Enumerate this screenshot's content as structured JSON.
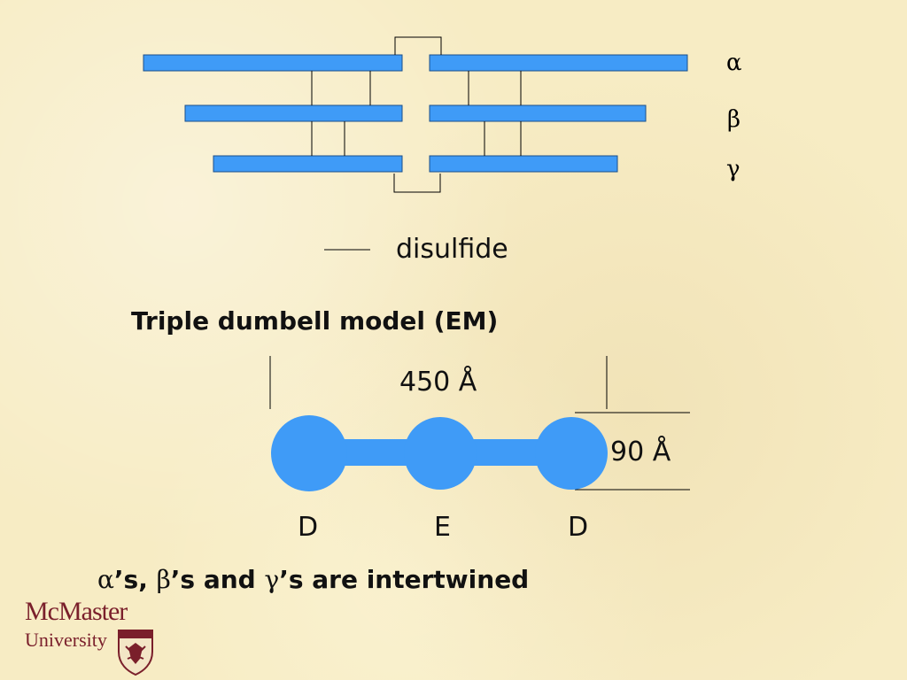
{
  "chains": {
    "alpha": "α",
    "beta": "β",
    "gamma": "γ"
  },
  "legend": {
    "disulfide": "disulfide"
  },
  "model": {
    "title": "Triple dumbell model (EM)",
    "length_label": "450 Å",
    "height_label": "90 Å",
    "domains": [
      "D",
      "E",
      "D"
    ]
  },
  "caption": {
    "alpha": "α",
    "part1": "’s, ",
    "beta": "β",
    "part2": "’s and ",
    "gamma": "γ",
    "part3": "’s are intertwined"
  },
  "logo": {
    "name": "McMaster",
    "sub": "University"
  },
  "colors": {
    "chain_fill": "#3f9bf7",
    "dumbbell": "#3f9bf7",
    "line": "#000000",
    "logo": "#7a1f2b"
  }
}
